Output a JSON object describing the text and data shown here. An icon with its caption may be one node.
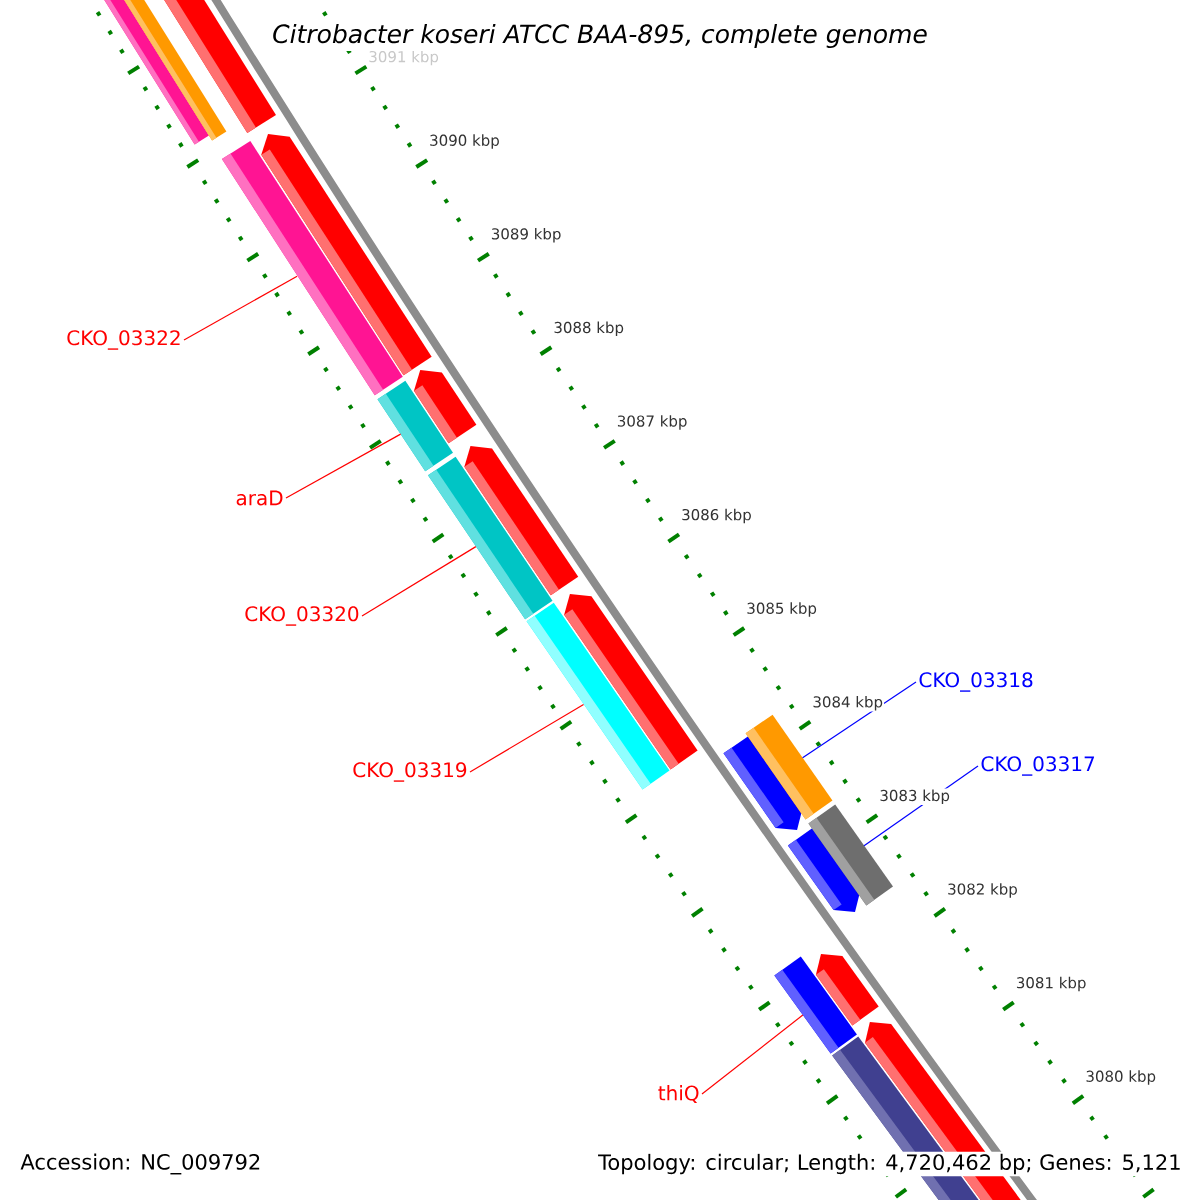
{
  "diagram": {
    "title": "Citrobacter koseri ATCC BAA-895, complete genome",
    "nodes": [
      {
        "text": [
          "CKO_03322"
        ]
      },
      {
        "text": [
          "araD"
        ]
      },
      {
        "text": [
          "CKO_03320"
        ]
      },
      {
        "text": [
          "CKO_03319"
        ]
      },
      {
        "text": [
          "CKO_03318"
        ]
      },
      {
        "text": [
          "CKO_03317"
        ]
      },
      {
        "text": [
          "thiQ"
        ]
      },
      {
        "text": [],
        "shape": "bar"
      },
      {
        "text": [],
        "shape": "bar"
      },
      {
        "text": [],
        "shape": "bar"
      },
      {
        "text": [],
        "shape": "bar"
      },
      {
        "text": [],
        "shape": "bar"
      },
      {
        "text": [],
        "shape": "bar"
      },
      {
        "text": [],
        "shape": "bar"
      }
    ],
    "edges": [
      {
        "from": 0,
        "to": 7,
        "arrow": "none"
      },
      {
        "from": 1,
        "to": 8,
        "arrow": "none"
      },
      {
        "from": 2,
        "to": 9,
        "arrow": "none"
      },
      {
        "from": 3,
        "to": 10,
        "arrow": "none"
      },
      {
        "from": 4,
        "to": 11,
        "arrow": "none",
        "color": "#0000ff"
      },
      {
        "from": 5,
        "to": 12,
        "arrow": "none",
        "color": "#0000ff"
      },
      {
        "from": 6,
        "to": 13,
        "arrow": "none"
      }
    ],
    "labels": [
      "3091 kbp",
      "3090 kbp",
      "3089 kbp",
      "3088 kbp",
      "3087 kbp",
      "3086 kbp",
      "3085 kbp",
      "3084 kbp",
      "3083 kbp",
      "3082 kbp",
      "3081 kbp",
      "3080 kbp",
      "Accession: NC_009792",
      "Topology: circular; Length: 4,720,462 bp; Genes: 5,121"
    ]
  }
}
